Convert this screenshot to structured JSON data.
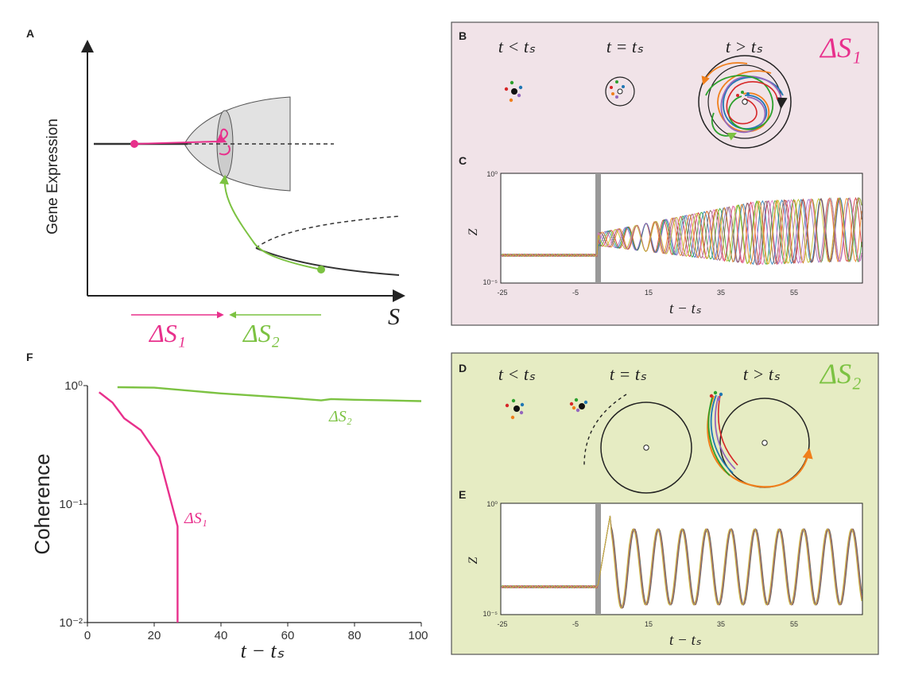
{
  "colors": {
    "pink": "#e8308c",
    "green": "#7cc242",
    "dark": "#333333",
    "panel_b_bg": "#f1e3e8",
    "panel_d_bg": "#e6ecc3",
    "gray_band": "#999999"
  },
  "panel_a": {
    "label": "A",
    "ylabel": "Gene Expression",
    "xlabel": "S",
    "delta1": "ΔS₁",
    "delta2": "ΔS₂"
  },
  "panel_b": {
    "label": "B",
    "headers": [
      "t < tₛ",
      "t = tₛ",
      "t > tₛ"
    ],
    "tag": "ΔS₁"
  },
  "panel_c": {
    "label": "C",
    "ylabel": "Z",
    "xlabel": "t − tₛ",
    "y_ticks": [
      "10⁰",
      "10⁻⁵"
    ],
    "x_ticks": [
      "-25",
      "-5",
      "15",
      "35",
      "55"
    ]
  },
  "panel_d": {
    "label": "D",
    "headers": [
      "t < tₛ",
      "t = tₛ",
      "t > tₛ"
    ],
    "tag": "ΔS₂"
  },
  "panel_e": {
    "label": "E",
    "ylabel": "Z",
    "xlabel": "t − tₛ",
    "y_ticks": [
      "10⁰",
      "10⁻⁵"
    ],
    "x_ticks": [
      "-25",
      "-5",
      "15",
      "35",
      "55"
    ]
  },
  "panel_f": {
    "label": "F",
    "ylabel": "Coherence",
    "xlabel": "t − tₛ",
    "y_ticks": [
      "10⁰",
      "10⁻¹",
      "10⁻²"
    ],
    "x_ticks": [
      "0",
      "20",
      "40",
      "60",
      "80",
      "100"
    ],
    "series_labels": [
      "ΔS₂",
      "ΔS₁"
    ]
  },
  "chart_data": [
    {
      "type": "line",
      "panel": "F",
      "xlabel": "t − tₛ",
      "ylabel": "Coherence",
      "xlim": [
        0,
        100
      ],
      "ylim": [
        0.01,
        1
      ],
      "yscale": "log",
      "series": [
        {
          "name": "ΔS₂",
          "color": "#7cc242",
          "x": [
            9,
            20,
            40,
            60,
            70,
            73,
            80,
            90,
            100
          ],
          "y": [
            0.97,
            0.96,
            0.86,
            0.79,
            0.75,
            0.77,
            0.76,
            0.75,
            0.74
          ]
        },
        {
          "name": "ΔS₁",
          "color": "#e8308c",
          "x": [
            3.5,
            7.5,
            11,
            16,
            21.5,
            27,
            27,
            27
          ],
          "y": [
            0.88,
            0.72,
            0.53,
            0.42,
            0.25,
            0.065,
            0.03,
            0.01
          ]
        }
      ]
    }
  ]
}
